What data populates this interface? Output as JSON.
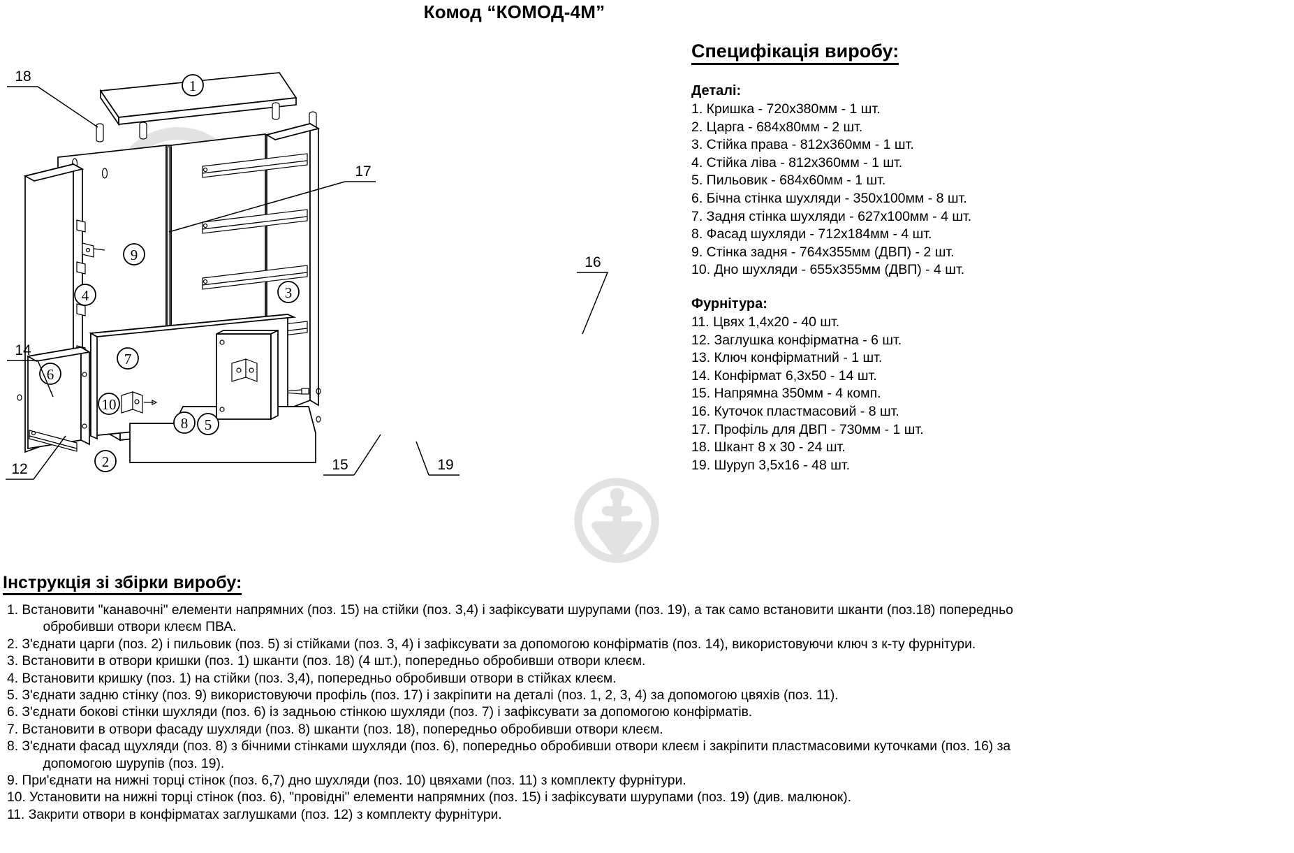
{
  "document": {
    "title": "Комод “КОМОД-4М”"
  },
  "spec": {
    "heading": "Специфікація виробу:",
    "parts_title": "Деталі:",
    "parts": [
      "1. Кришка - 720х380мм - 1 шт.",
      "2. Царга - 684х80мм - 2 шт.",
      "3. Стійка права - 812х360мм - 1 шт.",
      "4. Стійка ліва - 812х360мм - 1 шт.",
      "5. Пильовик - 684х60мм - 1 шт.",
      "6. Бічна стінка шухляди - 350х100мм - 8 шт.",
      "7. Задня стінка шухляди - 627х100мм - 4 шт.",
      "8. Фасад шухляди - 712х184мм - 4 шт.",
      "9. Стінка задня - 764х355мм (ДВП) - 2 шт.",
      "10. Дно шухляди - 655х355мм (ДВП) - 4 шт."
    ],
    "fittings_title": "Фурнітура:",
    "fittings": [
      "11. Цвях 1,4х20 - 40 шт.",
      "12. Заглушка конфірматна - 6 шт.",
      "13. Ключ конфірматний - 1 шт.",
      "14. Конфірмат 6,3х50 - 14 шт.",
      "15. Напрямна 350мм - 4 комп.",
      "16. Куточок пластмасовий - 8 шт.",
      "17. Профіль для ДВП - 730мм - 1 шт.",
      "18. Шкант 8 х 30 - 24 шт.",
      "19. Шуруп 3,5х16 - 48 шт."
    ]
  },
  "instructions": {
    "heading": "Інструкція зі збірки виробу:",
    "steps": [
      "1. Встановити \"канавочні\" елементи напрямних (поз. 15) на стійки (поз. 3,4) і зафіксувати шурупами (поз. 19), а так само встановити шканти (поз.18) попередньо\n    обробивши отвори клеєм ПВА.",
      "2. З'єднати царги (поз. 2) і пильовик (поз. 5) зі стійками (поз. 3, 4) і зафіксувати за допомогою конфірматів (поз. 14), використовуючи ключ з к-ту фурнітури.",
      "3. Встановити в отвори кришки (поз. 1) шканти (поз. 18) (4 шт.), попередньо обробивши отвори клеєм.",
      "4. Встановити кришку (поз. 1) на стійки (поз. 3,4), попередньо обробивши отвори в стійках клеєм.",
      "5. З'єднати задню стінку (поз. 9) використовуючи профіль (поз. 17) і закріпити на деталі (поз. 1, 2, 3, 4) за допомогою цвяхів (поз. 11).",
      "6. З'єднати бокові стінки шухляди (поз. 6) із задньою стінкою шухляди (поз. 7) і зафіксувати за допомогою конфірматів.",
      "7. Встановити в отвори фасаду шухляди (поз. 8) шканти (поз. 18), попередньо обробивши отвори клеєм.",
      "8. З'єднати фасад щухляди (поз. 8) з бічними стінками шухляди (поз. 6), попередньо обробивши отвори клеєм і закріпити пластмасовими куточками (поз. 16) за\n    допомогою шурупів (поз. 19).",
      "9. При'єднати на нижні торці стінок (поз. 6,7) дно шухляди (поз. 10) цвяхами (поз. 11) з комплекту фурнітури.",
      "10. Установити на нижні торці стінок (поз. 6), \"провідні\" елементи напрямних (поз. 15) і зафіксувати шурупами (поз. 19) (див. малюнок).",
      "11. Закрити отвори в конфірматах заглушками (поз. 12) з комплекту фурнітури."
    ]
  },
  "drawing": {
    "balloons": [
      "1",
      "2",
      "3",
      "4",
      "5",
      "6",
      "7",
      "8",
      "9",
      "10"
    ],
    "leaders": [
      "18",
      "14",
      "12",
      "17",
      "16",
      "15",
      "19"
    ],
    "colors": {
      "line": "#000000",
      "fill": "#ffffff",
      "watermark": "#e2e2e2"
    }
  }
}
